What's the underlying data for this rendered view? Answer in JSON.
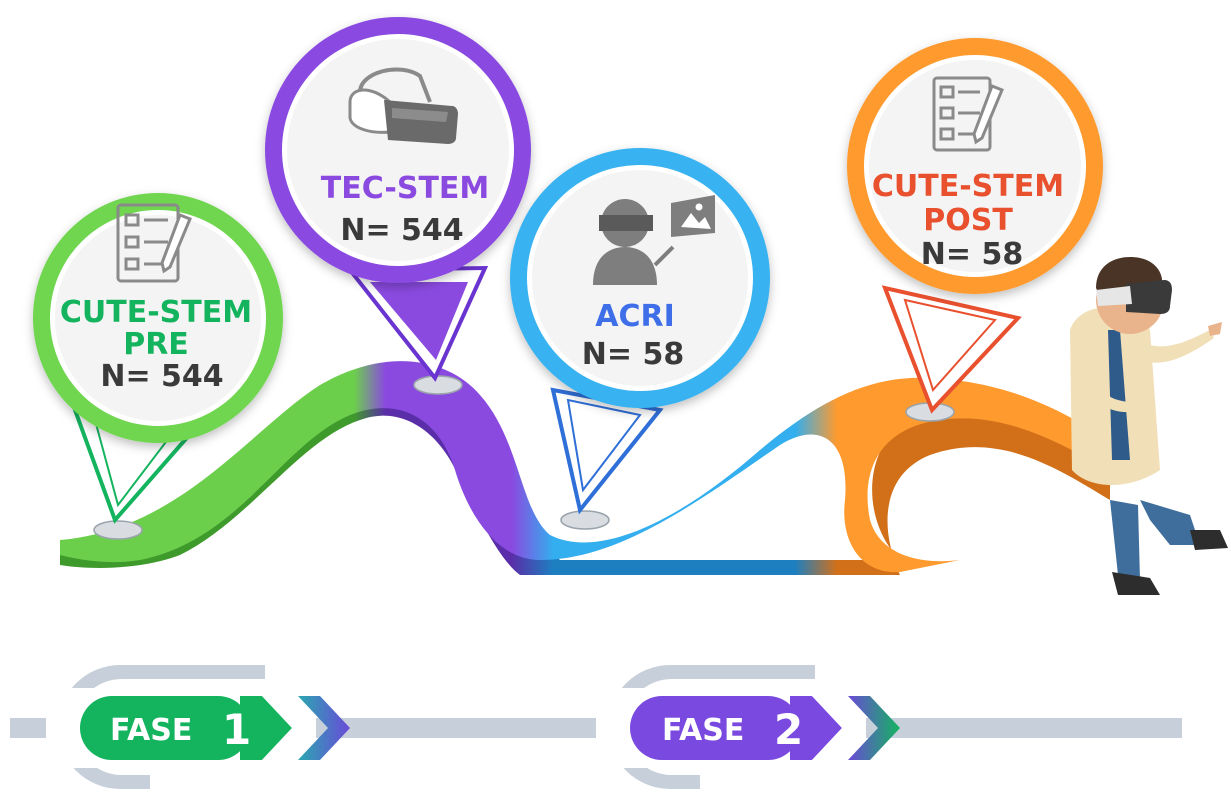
{
  "colors": {
    "green": "#5fd04a",
    "green_dark": "#14b45f",
    "purple": "#8a4ae0",
    "purple_dark": "#6a34d0",
    "blue": "#33aeee",
    "orange": "#ff9a2e",
    "orange_text": "#e8502e",
    "gray_line": "#c7d0da"
  },
  "pins": [
    {
      "title": [
        "CUTE-STEM",
        "PRE"
      ],
      "n": "N= 544",
      "icon": "checklist-icon",
      "color": "green"
    },
    {
      "title": [
        "TEC-STEM"
      ],
      "n": "N= 544",
      "icon": "vr-headset-icon",
      "color": "purple"
    },
    {
      "title": [
        "ACRI"
      ],
      "n": "N= 58",
      "icon": "vr-user-icon",
      "color": "blue"
    },
    {
      "title": [
        "CUTE-STEM",
        "POST"
      ],
      "n": "N= 58",
      "icon": "checklist-icon",
      "color": "orange"
    }
  ],
  "phases": [
    {
      "label": "FASE",
      "number": "1"
    },
    {
      "label": "FASE",
      "number": "2"
    }
  ]
}
